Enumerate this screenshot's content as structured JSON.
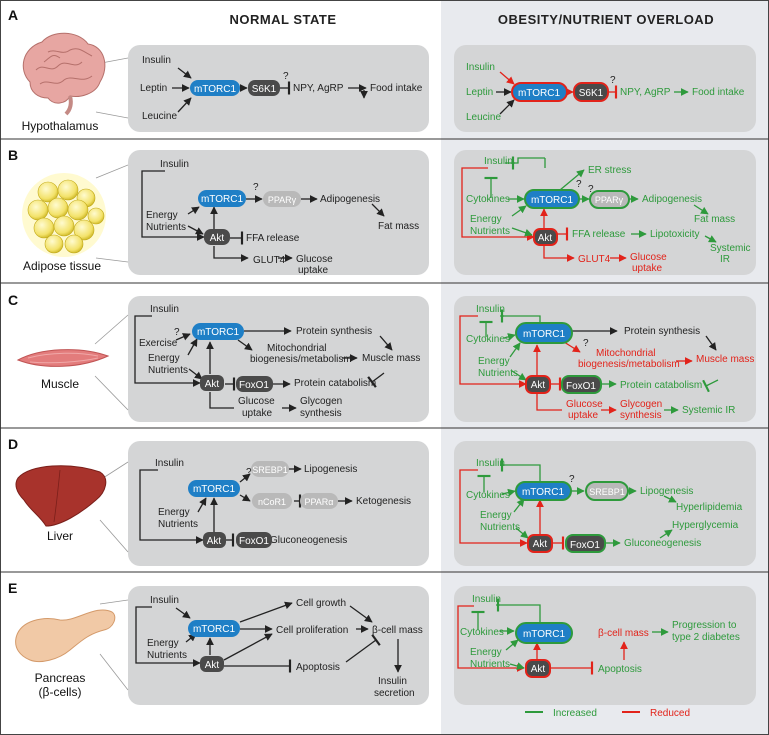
{
  "headers": {
    "normal": "NORMAL STATE",
    "obesity": "OBESITY/NUTRIENT OVERLOAD"
  },
  "legend": {
    "increased": "Increased",
    "reduced": "Reduced"
  },
  "colors": {
    "green": "#2e9a3c",
    "red": "#e2231a",
    "dark": "#222222",
    "mtorc": "#1f7fc6",
    "pill": "#4a4a4a",
    "panel": "#d4d5d6",
    "rightbg": "#e8eaee"
  },
  "panels": {
    "A": {
      "letter": "A",
      "organ": "Hypothalamus",
      "n": {
        "insulin": "Insulin",
        "leptin": "Leptin",
        "leucine": "Leucine",
        "mtorc1": "mTORC1",
        "s6k1": "S6K1",
        "q": "?",
        "npy": "NPY,  AgRP",
        "food": "Food intake"
      },
      "o": {
        "insulin": "Insulin",
        "leptin": "Leptin",
        "leucine": "Leucine",
        "mtorc1": "mTORC1",
        "s6k1": "S6K1",
        "q": "?",
        "npy": "NPY,  AgRP",
        "food": "Food intake"
      }
    },
    "B": {
      "letter": "B",
      "organ": "Adipose tissue",
      "n": {
        "insulin": "Insulin",
        "energy": "Energy",
        "nutrients": "Nutrients",
        "mtorc1": "mTORC1",
        "q": "?",
        "ppar": "PPARγ",
        "adipo": "Adipogenesis",
        "fat": "Fat mass",
        "akt": "Akt",
        "ffa": "FFA release",
        "glut4": "GLUT4",
        "glucose": "Glucose",
        "uptake": "uptake"
      },
      "o": {
        "insulin": "Insulin",
        "er": "ER stress",
        "cyto": "Cytokines",
        "energy": "Energy",
        "nutrients": "Nutrients",
        "mtorc1": "mTORC1",
        "q1": "?",
        "q2": "?",
        "ppar": "PPARγ",
        "adipo": "Adipogenesis",
        "fat": "Fat mass",
        "akt": "Akt",
        "ffa": "FFA release",
        "lipo": "Lipotoxicity",
        "sys1": "Systemic",
        "sys2": "IR",
        "glut4": "GLUT4",
        "glucose": "Glucose",
        "uptake": "uptake"
      }
    },
    "C": {
      "letter": "C",
      "organ": "Muscle",
      "n": {
        "insulin": "Insulin",
        "q": "?",
        "exercise": "Exercise",
        "energy": "Energy",
        "nutrients": "Nutrients",
        "mtorc1": "mTORC1",
        "protsyn": "Protein synthesis",
        "mito1": "Mitochondrial",
        "mito2": "biogenesis/metabolism",
        "musclemass": "Muscle mass",
        "akt": "Akt",
        "foxo1": "FoxO1",
        "protcat": "Protein catabolism",
        "glucose": "Glucose",
        "uptake": "uptake",
        "glyco1": "Glycogen",
        "glyco2": "synthesis"
      },
      "o": {
        "insulin": "Insulin",
        "cyto": "Cytokines",
        "energy": "Energy",
        "nutrients": "Nutrients",
        "mtorc1": "mTORC1",
        "q": "?",
        "protsyn": "Protein synthesis",
        "mito1": "Mitochondrial",
        "mito2": "biogenesis/metabolism",
        "musclemass": "Muscle mass",
        "akt": "Akt",
        "foxo1": "FoxO1",
        "protcat": "Protein catabolism",
        "glucose": "Glucose",
        "uptake": "uptake",
        "glyco1": "Glycogen",
        "glyco2": "synthesis",
        "sysir": "Systemic IR"
      }
    },
    "D": {
      "letter": "D",
      "organ": "Liver",
      "n": {
        "insulin": "Insulin",
        "energy": "Energy",
        "nutrients": "Nutrients",
        "mtorc1": "mTORC1",
        "q": "?",
        "srebp": "SREBP1",
        "lipo": "Lipogenesis",
        "ncor": "nCoR1",
        "ppara": "PPARα",
        "keto": "Ketogenesis",
        "akt": "Akt",
        "foxo1": "FoxO1",
        "gluco": "Gluconeogenesis"
      },
      "o": {
        "insulin": "Insulin",
        "cyto": "Cytokines",
        "energy": "Energy",
        "nutrients": "Nutrients",
        "mtorc1": "mTORC1",
        "q": "?",
        "srebp": "SREBP1",
        "lipo": "Lipogenesis",
        "hyperlip": "Hyperlipidemia",
        "hypergly": "Hyperglycemia",
        "akt": "Akt",
        "foxo1": "FoxO1",
        "gluco": "Gluconeogenesis"
      }
    },
    "E": {
      "letter": "E",
      "organ1": "Pancreas",
      "organ2": "(β-cells)",
      "n": {
        "insulin": "Insulin",
        "energy": "Energy",
        "nutrients": "Nutrients",
        "mtorc1": "mTORC1",
        "growth": "Cell growth",
        "prolif": "Cell proliferation",
        "bmass": "β-cell mass",
        "apop": "Apoptosis",
        "akt": "Akt",
        "sec1": "Insulin",
        "sec2": "secretion"
      },
      "o": {
        "insulin": "Insulin",
        "cyto": "Cytokines",
        "energy": "Energy",
        "nutrients": "Nutrients",
        "mtorc1": "mTORC1",
        "bmass": "β-cell mass",
        "prog1": "Progression to",
        "prog2": "type 2 diabetes",
        "apop": "Apoptosis",
        "akt": "Akt"
      }
    }
  }
}
